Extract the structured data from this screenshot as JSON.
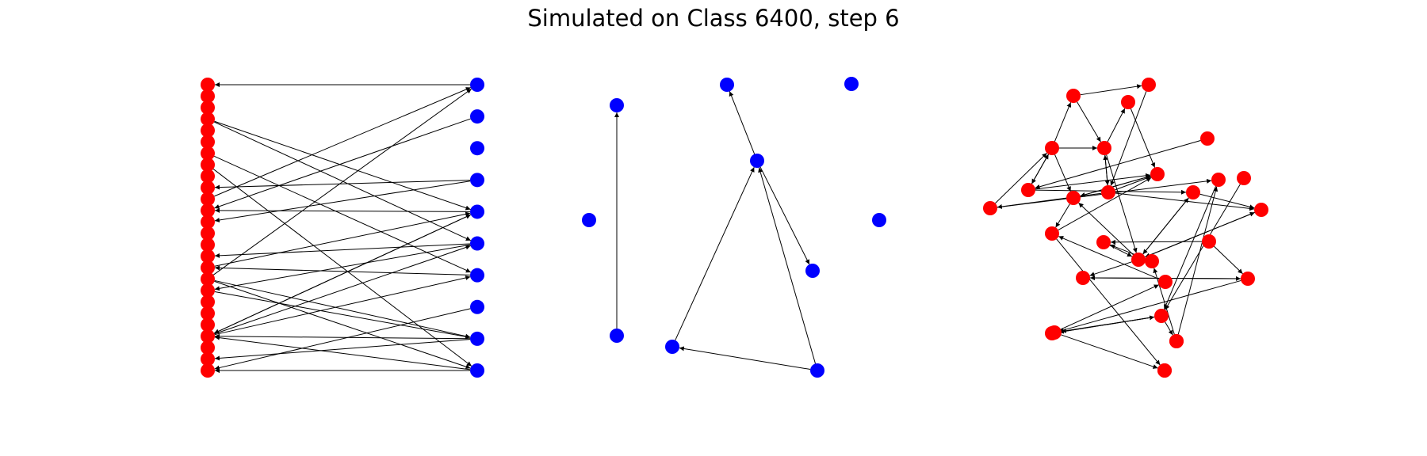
{
  "title": "Simulated on Class 6400, step 6",
  "colors": {
    "left_nodes": "#ff0000",
    "right_nodes": "#0000ff",
    "edges": "#000000",
    "background": "#ffffff"
  },
  "panels": [
    {
      "id": "bipartite-graph",
      "left_node_count": 26,
      "right_node_count": 10,
      "edges": [
        [
          "r0",
          "l0"
        ],
        [
          "l17",
          "r0"
        ],
        [
          "l10",
          "r0"
        ],
        [
          "r1",
          "l11"
        ],
        [
          "l3",
          "r4"
        ],
        [
          "l3",
          "r5"
        ],
        [
          "r3",
          "l9"
        ],
        [
          "r3",
          "l12"
        ],
        [
          "l6",
          "r6"
        ],
        [
          "r5",
          "l18"
        ],
        [
          "r4",
          "l22"
        ],
        [
          "r4",
          "l11"
        ],
        [
          "r5",
          "l15"
        ],
        [
          "r6",
          "l16"
        ],
        [
          "l16",
          "r4"
        ],
        [
          "l22",
          "r5"
        ],
        [
          "l22",
          "r4"
        ],
        [
          "l22",
          "r6"
        ],
        [
          "l18",
          "r8"
        ],
        [
          "l17",
          "r8"
        ],
        [
          "r8",
          "l22"
        ],
        [
          "r9",
          "l22"
        ],
        [
          "r8",
          "l24"
        ],
        [
          "r9",
          "l26"
        ],
        [
          "r9",
          "l25"
        ],
        [
          "l7",
          "r9"
        ],
        [
          "l17",
          "r9"
        ],
        [
          "r7",
          "l26"
        ]
      ]
    },
    {
      "id": "blue-component-graph",
      "nodes": [
        "n0",
        "n1",
        "n2",
        "n3",
        "n4",
        "n5",
        "n6",
        "n7",
        "n8"
      ],
      "edges": [
        [
          "n7",
          "n0"
        ],
        [
          "n3",
          "n2"
        ],
        [
          "n3",
          "n6"
        ],
        [
          "n8",
          "n5"
        ],
        [
          "n5",
          "n3"
        ],
        [
          "n8",
          "n3"
        ]
      ]
    },
    {
      "id": "red-network-graph",
      "nodes": [
        "a0",
        "a1",
        "a2",
        "a3",
        "a4",
        "a5",
        "a6",
        "a7",
        "a8",
        "a9",
        "a10",
        "a11",
        "a12",
        "a13",
        "a14",
        "a15",
        "a16",
        "a17",
        "a18",
        "a19",
        "a20",
        "a21",
        "a22",
        "a23",
        "a24",
        "a25",
        "a26",
        "a27",
        "a28",
        "a29"
      ],
      "edges": [
        [
          "a0",
          "a1"
        ],
        [
          "a2",
          "a0"
        ],
        [
          "a0",
          "a3"
        ],
        [
          "a1",
          "a9"
        ],
        [
          "a3",
          "a4"
        ],
        [
          "a2",
          "a3"
        ],
        [
          "a2",
          "a7"
        ],
        [
          "a2",
          "a6"
        ],
        [
          "a6",
          "a2"
        ],
        [
          "a5",
          "a6"
        ],
        [
          "a6",
          "a10"
        ],
        [
          "a6",
          "a11"
        ],
        [
          "a9",
          "a3"
        ],
        [
          "a3",
          "a9"
        ],
        [
          "a4",
          "a10"
        ],
        [
          "a9",
          "a8"
        ],
        [
          "a9",
          "a10"
        ],
        [
          "a7",
          "a10"
        ],
        [
          "a8",
          "a2"
        ],
        [
          "a8",
          "a12"
        ],
        [
          "a10",
          "a7"
        ],
        [
          "a7",
          "a14"
        ],
        [
          "a14",
          "a10"
        ],
        [
          "a9",
          "a13"
        ],
        [
          "a11",
          "a16"
        ],
        [
          "a16",
          "a11"
        ],
        [
          "a16",
          "a19"
        ],
        [
          "a19",
          "a21"
        ],
        [
          "a21",
          "a19"
        ],
        [
          "a15",
          "a16"
        ],
        [
          "a13",
          "a16"
        ],
        [
          "a16",
          "a13"
        ],
        [
          "a16",
          "a17"
        ],
        [
          "a17",
          "a15"
        ],
        [
          "a18",
          "a21"
        ],
        [
          "a18",
          "a15"
        ],
        [
          "a20",
          "a14"
        ],
        [
          "a23",
          "a22"
        ],
        [
          "a21",
          "a23"
        ],
        [
          "a23",
          "a20"
        ],
        [
          "a14",
          "a25"
        ],
        [
          "a24",
          "a12"
        ],
        [
          "a12",
          "a22"
        ],
        [
          "a22",
          "a26"
        ],
        [
          "a27",
          "a22"
        ],
        [
          "a22",
          "a23"
        ],
        [
          "a22",
          "a29"
        ],
        [
          "a11",
          "a13"
        ],
        [
          "a26",
          "a28"
        ],
        [
          "a29",
          "a17"
        ],
        [
          "a3",
          "a16"
        ],
        [
          "a16",
          "a7"
        ]
      ]
    }
  ]
}
